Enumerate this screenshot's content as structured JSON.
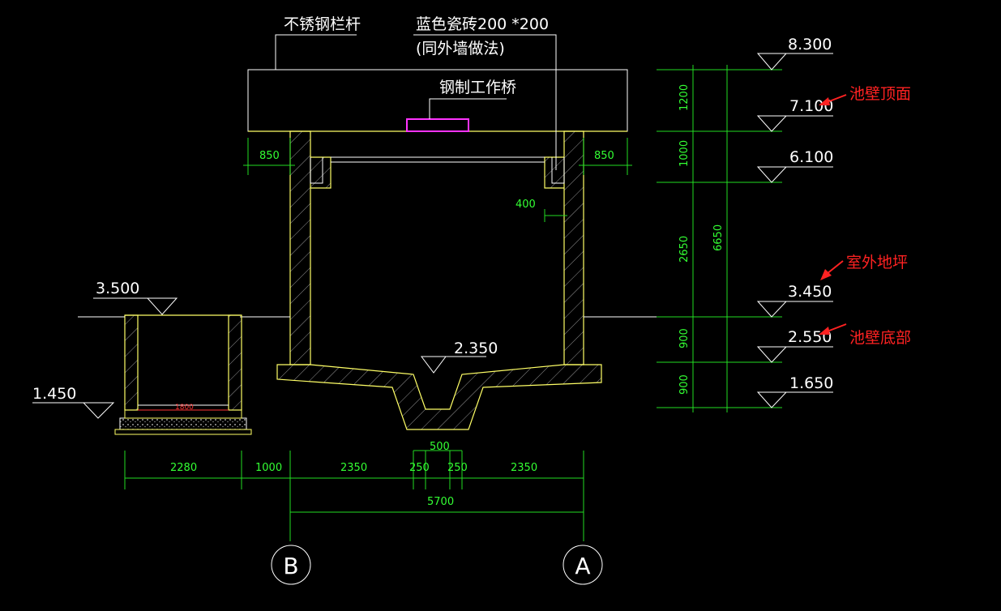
{
  "labels": {
    "railing": "不锈钢栏杆",
    "tile": "蓝色瓷砖200 *200",
    "tile_note": "(同外墙做法)",
    "bridge": "钢制工作桥"
  },
  "elevations": {
    "e8300": "8.300",
    "e7100": "7.100",
    "e6100": "6.100",
    "e3450": "3.450",
    "e2550": "2.550",
    "e1650": "1.650",
    "e3500": "3.500",
    "e1450": "1.450",
    "e2350": "2.350"
  },
  "annotations": {
    "wall_top": "池壁顶面",
    "ground": "室外地坪",
    "wall_bottom": "池壁底部"
  },
  "dims": {
    "left_850": "850",
    "right_850": "850",
    "d400": "400",
    "v1200": "1200",
    "v1000": "1000",
    "v2650": "2650",
    "v900a": "900",
    "v900b": "900",
    "v6650": "6650",
    "pit1800": "1800",
    "d500": "500",
    "b2280": "2280",
    "b1000": "1000",
    "b2350a": "2350",
    "b250a": "250",
    "b250b": "250",
    "b2350b": "2350",
    "b5700": "5700"
  },
  "axes": {
    "b": "B",
    "a": "A"
  }
}
